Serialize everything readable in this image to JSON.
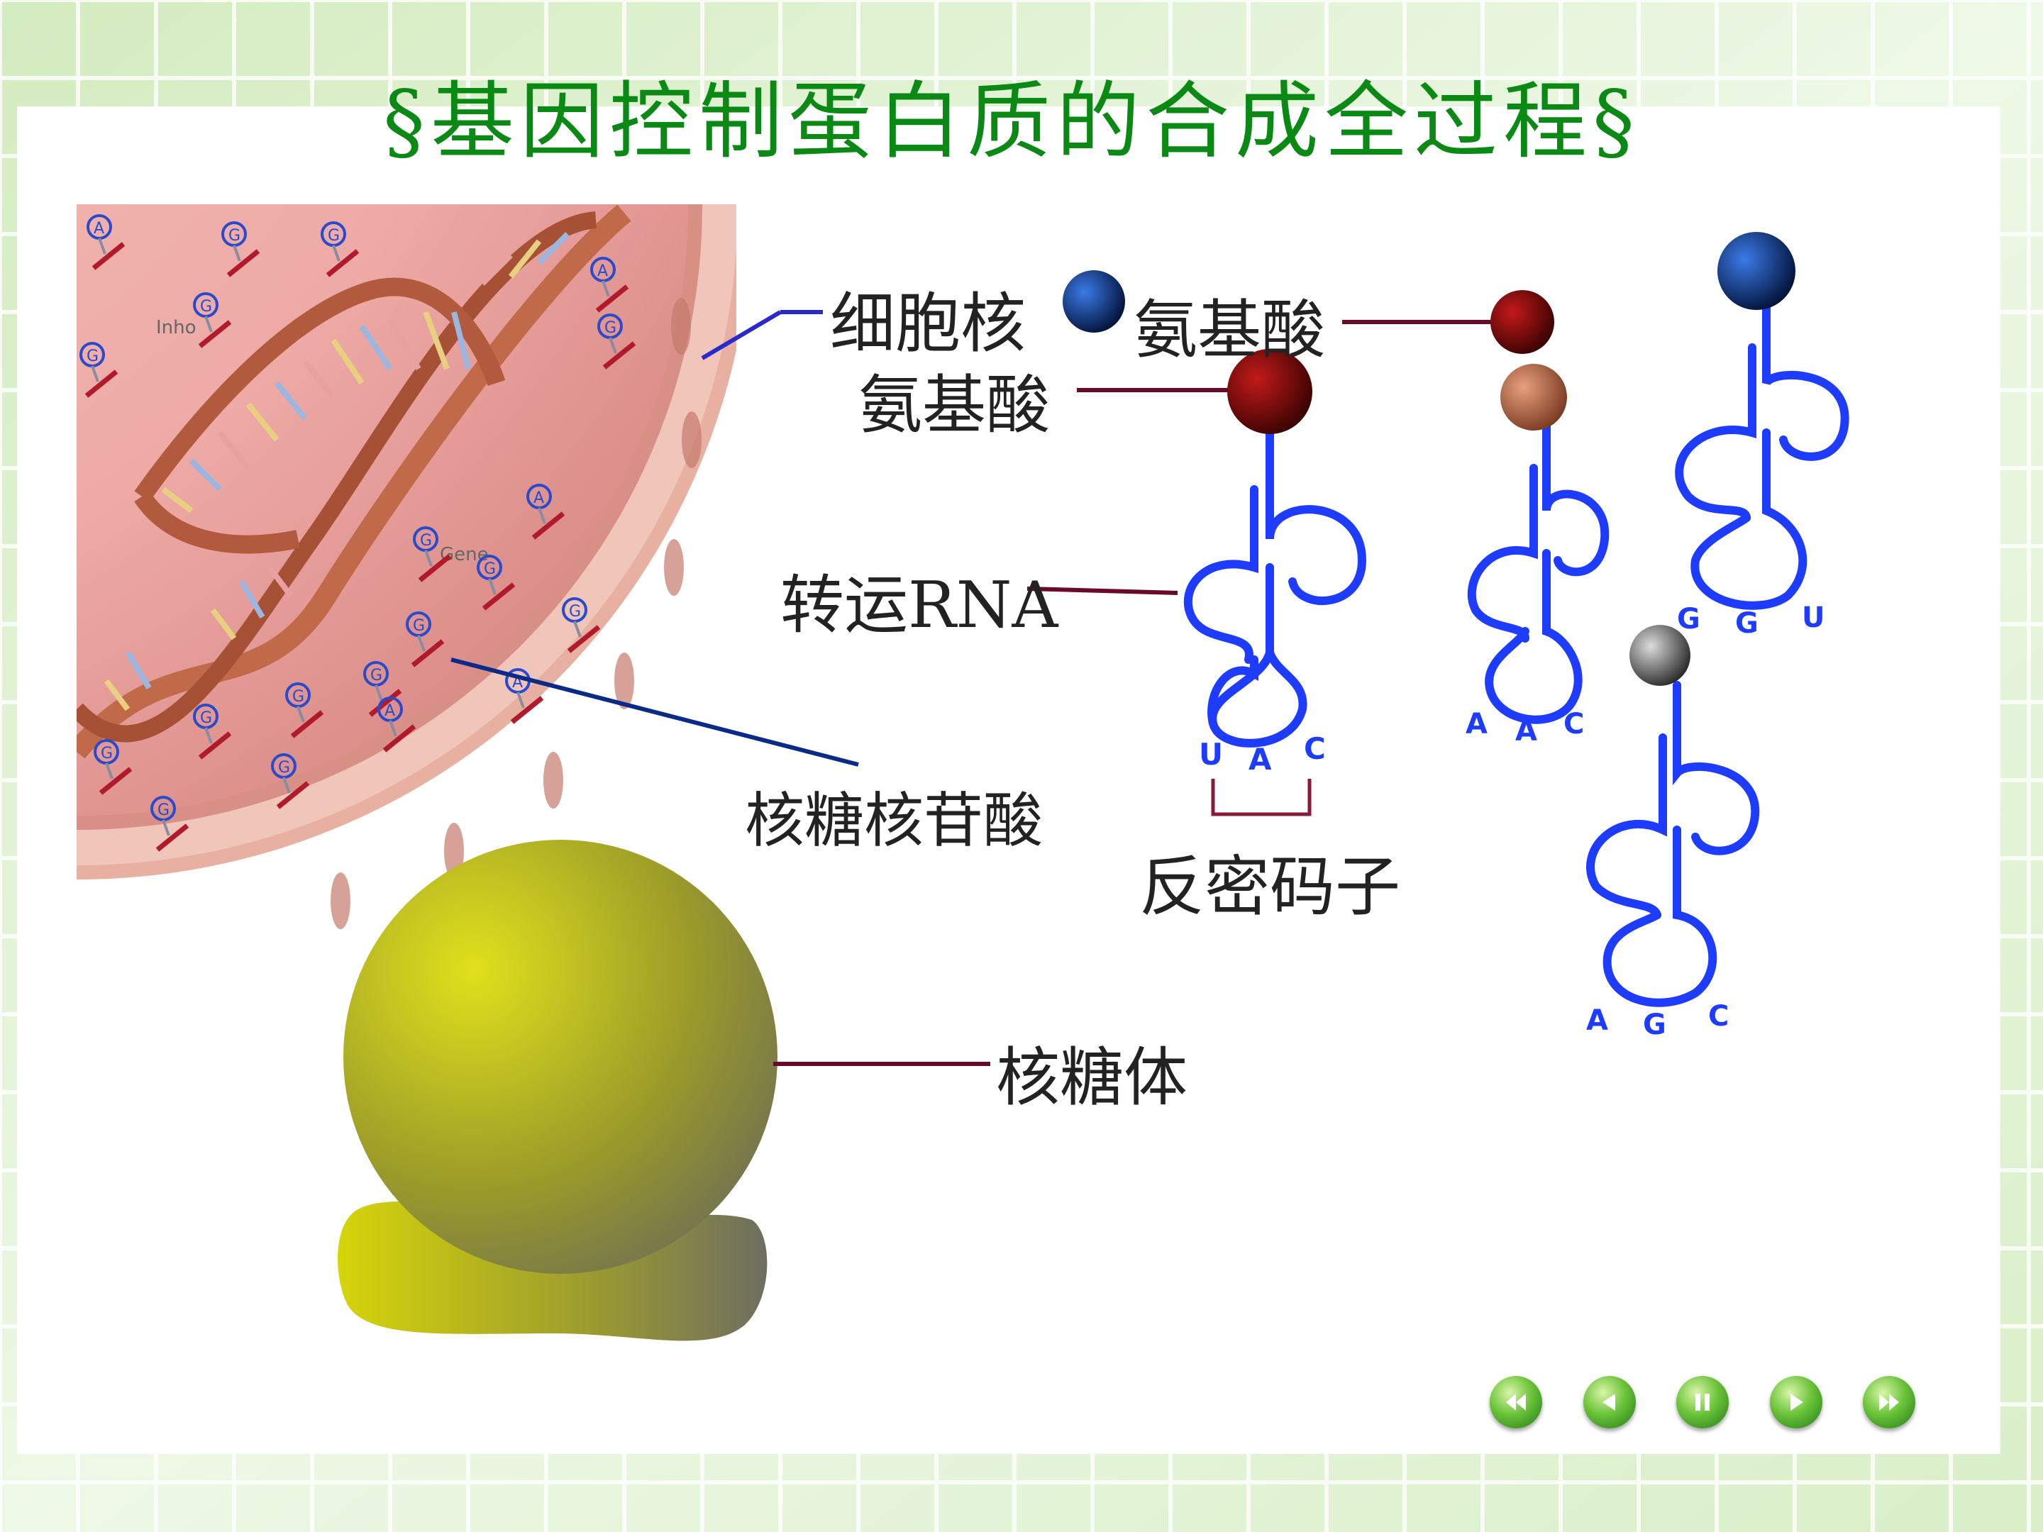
{
  "title": "§基因控制蛋白质的合成全过程§",
  "labels": {
    "nucleus": "细胞核",
    "amino_acid_1": "氨基酸",
    "amino_acid_2": "氨基酸",
    "trna": "转运RNA",
    "ribonucleotide": "核糖核苷酸",
    "anticodon": "反密码子",
    "ribosome": "核糖体"
  },
  "nucleus_tags": [
    "Inho",
    "Gene"
  ],
  "nucleotide_letters": [
    "A",
    "G",
    "G",
    "G",
    "G",
    "A",
    "G",
    "A",
    "G",
    "G",
    "G",
    "G",
    "G",
    "G",
    "G",
    "G",
    "A",
    "A",
    "G",
    "G"
  ],
  "trnas": [
    {
      "anticodon": [
        "U",
        "A",
        "C"
      ],
      "amino_acid_color": "#8a0a0a"
    },
    {
      "anticodon": [
        "A",
        "A",
        "C"
      ],
      "amino_acid_color": "#b06a52"
    },
    {
      "anticodon": [
        "G",
        "G",
        "U"
      ],
      "amino_acid_color": "#0a3c9a"
    },
    {
      "anticodon": [
        "A",
        "G",
        "C"
      ],
      "amino_acid_color": "#5a5a5a"
    }
  ],
  "free_amino_acids": [
    {
      "color": "#0a3c9a"
    },
    {
      "color": "#8a0a0a"
    }
  ],
  "colors": {
    "title": "#0a8a14",
    "trna": "#1e3cff",
    "ribosome": "#c8c814",
    "leader_line": "#6a0a2a"
  },
  "nav_icons": [
    "first-icon",
    "prev-icon",
    "pause-icon",
    "next-icon",
    "last-icon"
  ]
}
